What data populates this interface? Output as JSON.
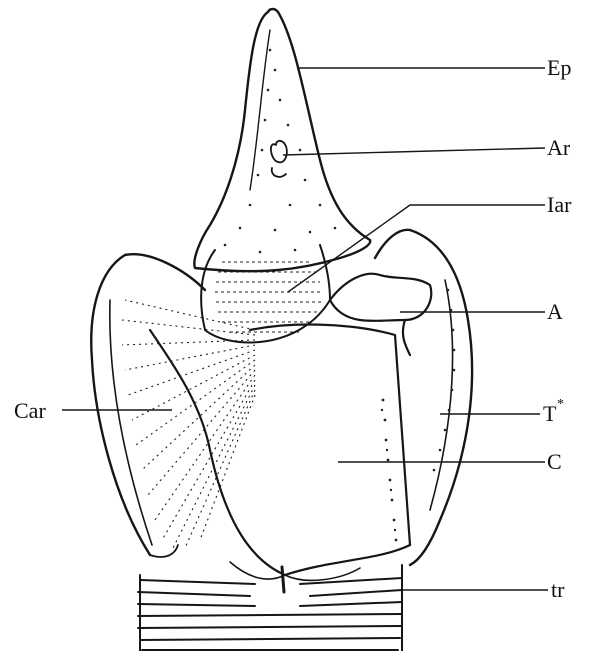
{
  "labels": {
    "ep": "Ep",
    "ar": "Ar",
    "iar": "Iar",
    "a": "A",
    "car": "Car",
    "t": "T",
    "t_mark": "*",
    "c": "C",
    "tr": "tr"
  }
}
